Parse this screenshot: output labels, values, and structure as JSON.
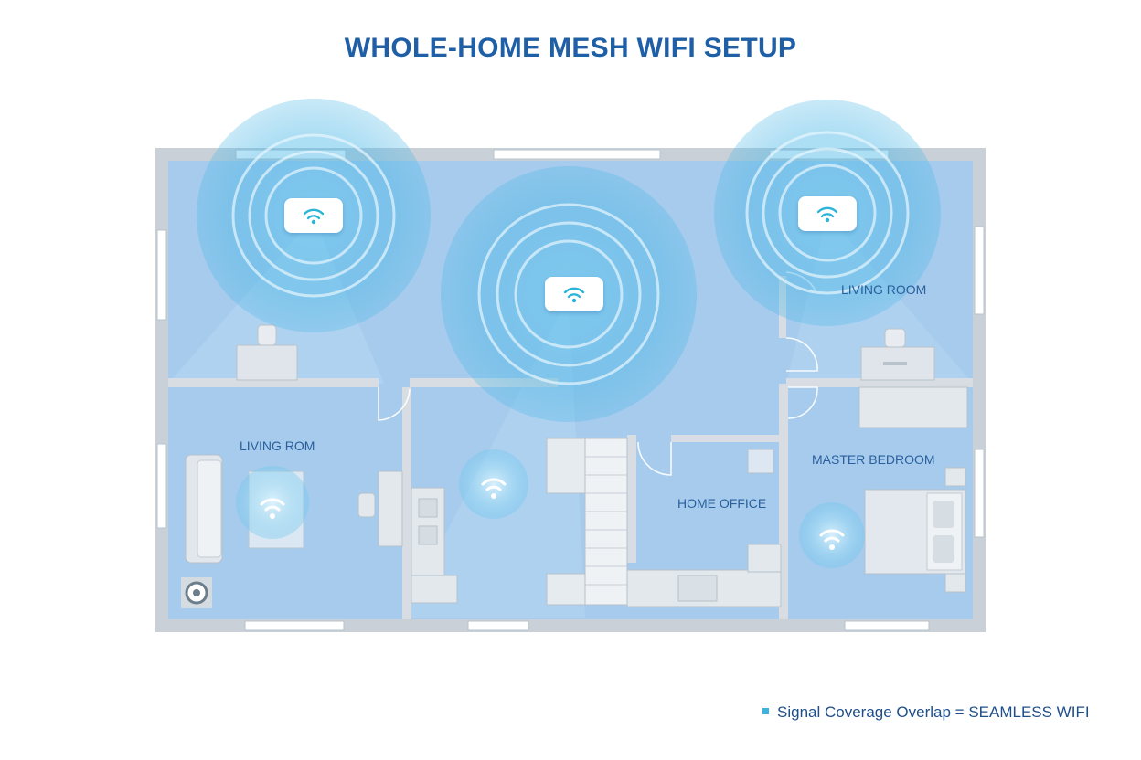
{
  "title": "WHOLE-HOME MESH WIFI SETUP",
  "rooms": {
    "living_room_right": "LIVING ROOM",
    "living_room_left": "LIVING ROM",
    "home_office": "HOME OFFICE",
    "master_bedroom": "MASTER BEDROOM"
  },
  "routers": [
    "wifi-icon",
    "wifi-icon",
    "wifi-icon"
  ],
  "satellites": [
    "wifi-icon",
    "wifi-icon",
    "wifi-icon"
  ],
  "legend": {
    "swatch_color": "#3fb3df",
    "text": "Signal Coverage Overlap = SEAMLESS WIFI"
  },
  "colors": {
    "wall": "#c7ced6",
    "floor": "#a9cdee",
    "signal": "#4db8e8",
    "title": "#1f5fa6"
  }
}
